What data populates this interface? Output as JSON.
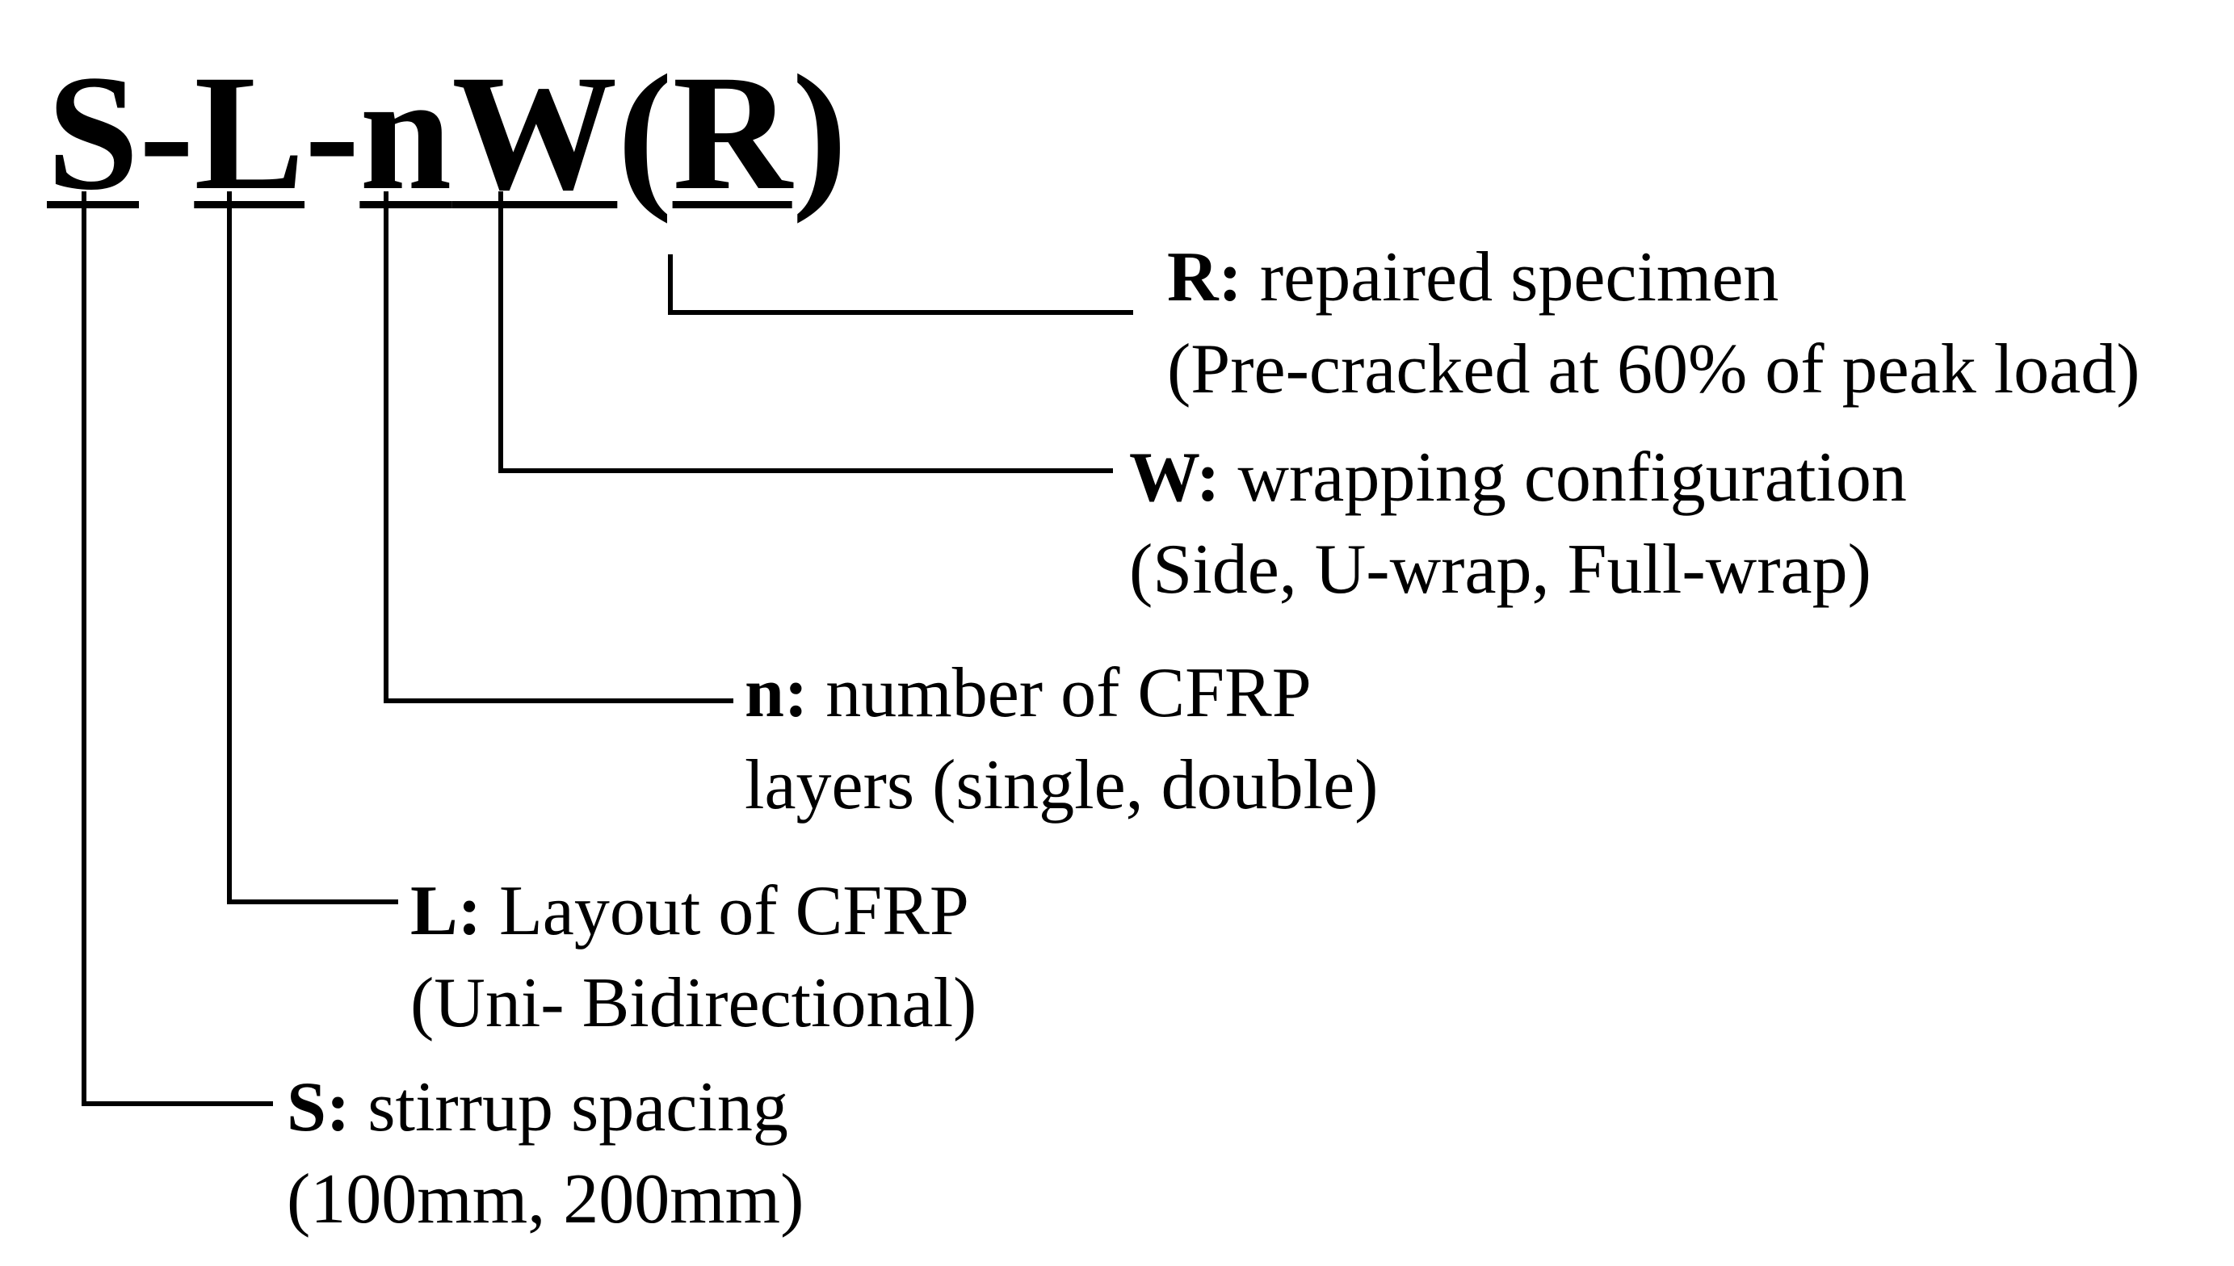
{
  "code": {
    "S": "S",
    "sep1": "-",
    "L": "L",
    "sep2": "-",
    "n": "n",
    "W": "W",
    "open": "(",
    "R": "R",
    "close": ")"
  },
  "labels": {
    "R": {
      "key": "R:",
      "line1": " repaired specimen",
      "line2": "(Pre-cracked at 60% of peak load)"
    },
    "W": {
      "key": "W:",
      "line1": " wrapping configuration",
      "line2": "(Side, U-wrap, Full-wrap)"
    },
    "n": {
      "key": "n:",
      "line1": " number of CFRP",
      "line2": "layers (single, double)"
    },
    "L": {
      "key": "L:",
      "line1": " Layout of CFRP",
      "line2": "(Uni- Bidirectional)"
    },
    "S": {
      "key": "S:",
      "line1": " stirrup spacing",
      "line2": "(100mm, 200mm)"
    }
  },
  "colors": {
    "ink": "#000000",
    "background": "#ffffff"
  }
}
